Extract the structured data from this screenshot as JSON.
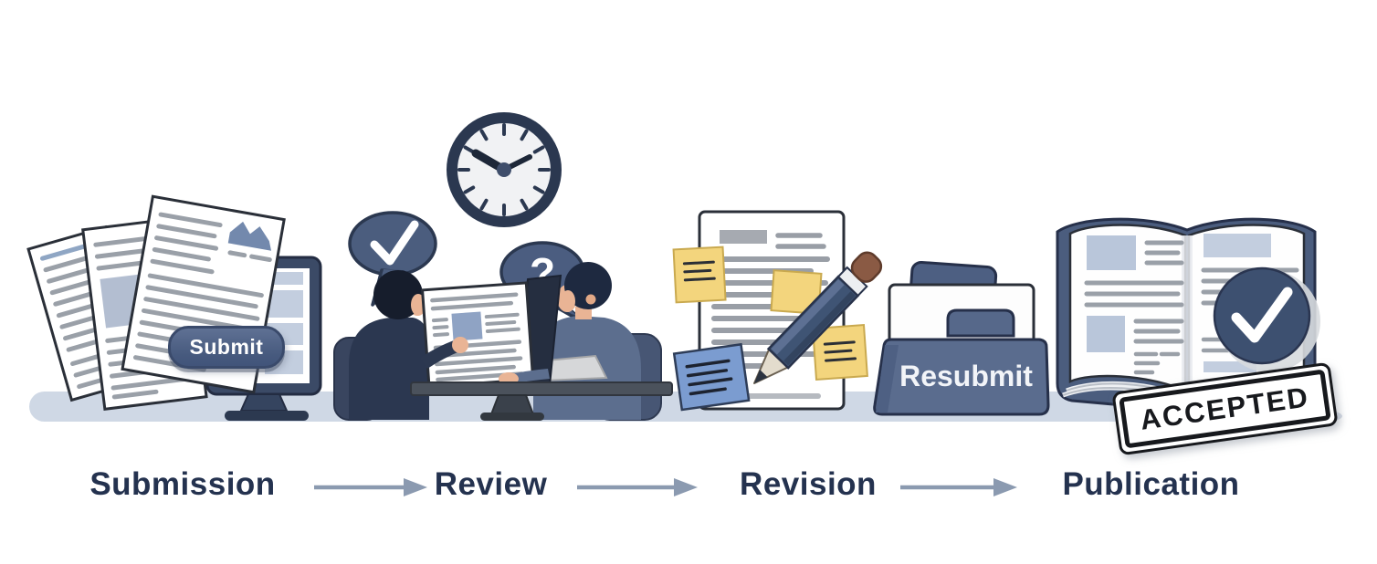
{
  "flow": {
    "steps": [
      {
        "label": "Submission",
        "icon": "manuscript-stack-and-monitor-icon"
      },
      {
        "label": "Review",
        "icon": "reviewers-at-table-icon"
      },
      {
        "label": "Revision",
        "icon": "annotated-manuscript-pencil-icon"
      },
      {
        "label": "Publication",
        "icon": "open-journal-icon"
      }
    ],
    "arrow_icon": "right-arrow-icon"
  },
  "submission": {
    "button_label": "Submit",
    "icons": [
      "document-stack-icon",
      "monitor-icon",
      "chart-thumbnail-icon"
    ]
  },
  "review": {
    "icons": [
      "wall-clock-icon",
      "checkmark-speech-bubble-icon",
      "question-speech-bubble-icon",
      "shared-document-icon"
    ],
    "question_glyph": "?"
  },
  "revision": {
    "folder_label": "Resubmit",
    "icons": [
      "sticky-note-yellow-icon",
      "sticky-note-blue-icon",
      "pencil-icon",
      "folder-icon"
    ]
  },
  "publication": {
    "stamp_label": "ACCEPTED",
    "icons": [
      "open-book-icon",
      "checkmark-badge-icon",
      "accepted-stamp-icon"
    ]
  },
  "colors": {
    "background": "#ffffff",
    "ground_band": "#cfd8e5",
    "navy_outline": "#2a3142",
    "slate": "#4d5f80",
    "slate_dark": "#3d5070",
    "slate_light": "#5c6e8e",
    "label_text": "#24324f",
    "arrow": "#8b9ab0",
    "text_line_gray": "#9aa0a8",
    "block_blue": "#b9c6da",
    "sticky_yellow": "#f3d57d",
    "sticky_blue": "#7b9cd0",
    "eraser_brown": "#8a5a44",
    "skin": "#e9b495",
    "stamp_ink": "#17191d"
  }
}
